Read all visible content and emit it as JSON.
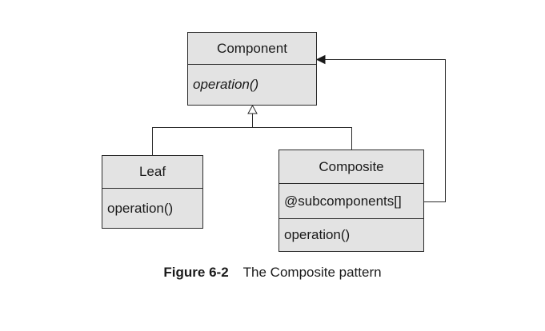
{
  "diagram": {
    "component": {
      "name": "Component",
      "operation": "operation()"
    },
    "leaf": {
      "name": "Leaf",
      "operation": "operation()"
    },
    "composite": {
      "name": "Composite",
      "attribute": "@subcomponents[]",
      "operation": "operation()"
    }
  },
  "caption": {
    "label": "Figure 6-2",
    "text": "The Composite pattern"
  }
}
